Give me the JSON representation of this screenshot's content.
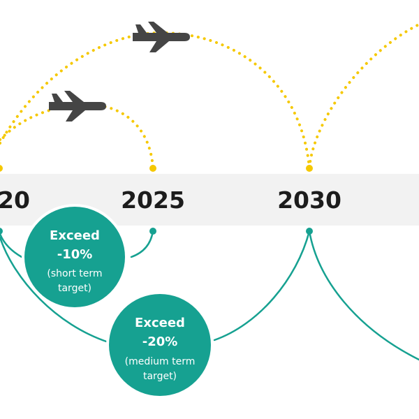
{
  "timeline": {
    "years": [
      "20",
      "2025",
      "2030"
    ]
  },
  "targets": [
    {
      "line1": "Exceed",
      "line2": "-10%",
      "line3": "(short term",
      "line4": "target)"
    },
    {
      "line1": "Exceed",
      "line2": "-20%",
      "line3": "(medium term",
      "line4": "target)"
    }
  ],
  "icons": [
    "airplane-icon",
    "airplane-icon"
  ],
  "colors": {
    "flight_path": "#f5c800",
    "target_path": "#16a191",
    "band": "#f2f2f2",
    "plane": "#454545",
    "year_text": "#1c1c1c"
  }
}
